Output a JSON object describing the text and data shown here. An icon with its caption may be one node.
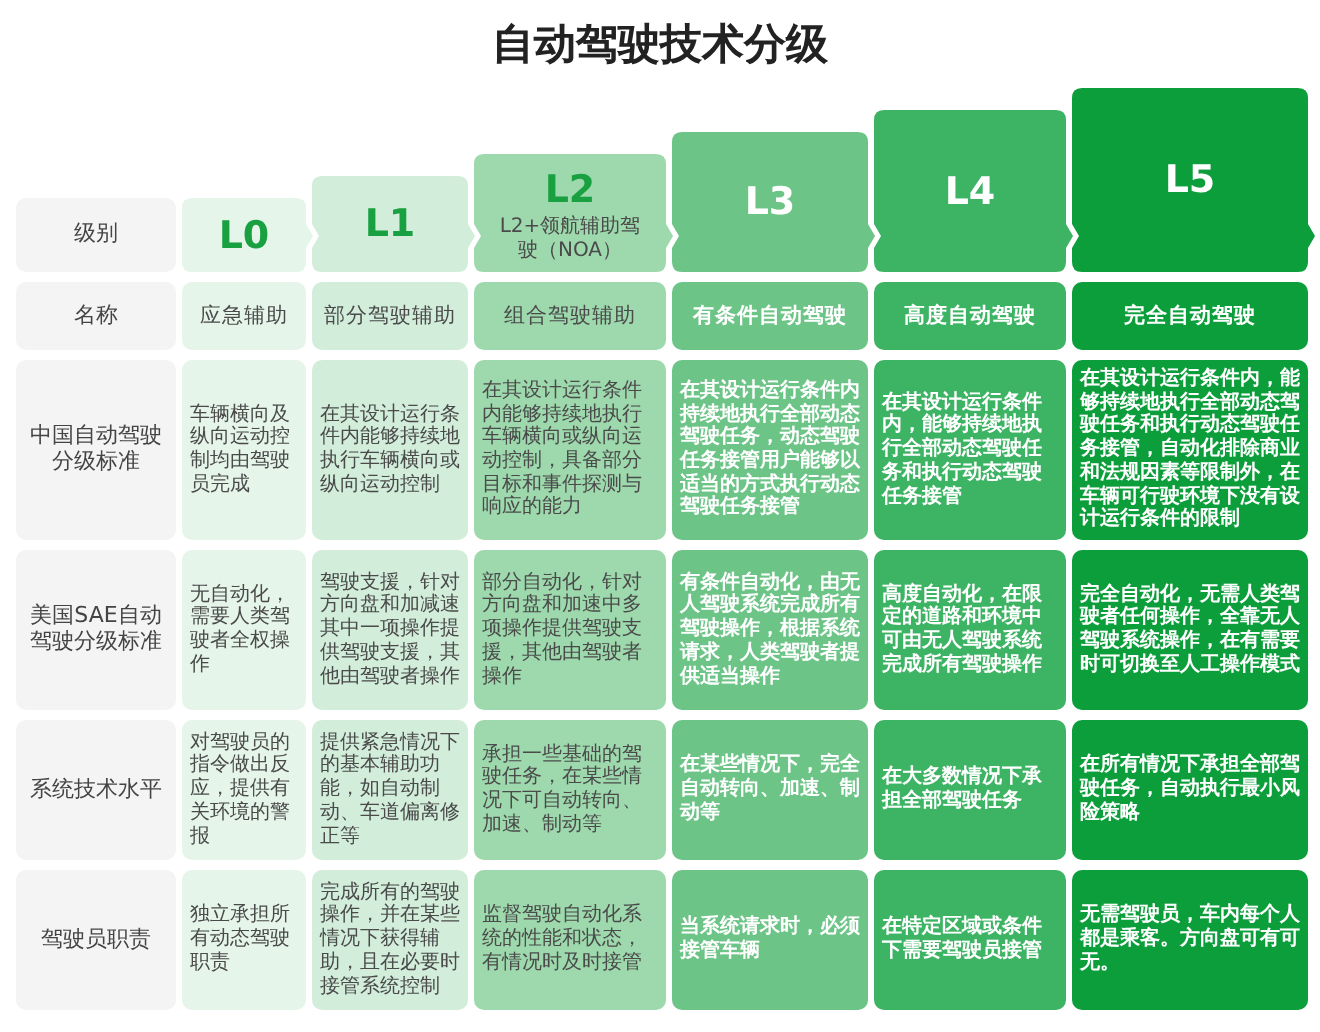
{
  "diagram": {
    "title": "自动驾驶技术分级",
    "labels": [
      "级别",
      "L0",
      "L1",
      "L2",
      "L2+领航辅助驾驶（NOA）",
      "L3",
      "L4",
      "L5",
      "名称",
      "应急辅助",
      "部分驾驶辅助",
      "组合驾驶辅助",
      "有条件自动驾驶",
      "高度自动驾驶",
      "完全自动驾驶",
      "中国自动驾驶分级标准",
      "车辆横向及纵向运动控制均由驾驶员完成",
      "在其设计运行条件内能够持续地执行车辆横向或纵向运动控制",
      "在其设计运行条件内能够持续地执行车辆横向或纵向运动控制，具备部分目标和事件探测与响应的能力",
      "在其设计运行条件内持续地执行全部动态驾驶任务，动态驾驶任务接管用户能够以适当的方式执行动态驾驶任务接管",
      "在其设计运行条件内，能够持续地执行全部动态驾驶任务和执行动态驾驶任务接管",
      "在其设计运行条件内，能够持续地执行全部动态驾驶任务和执行动态驾驶任务接管，自动化排除商业和法规因素等限制外，在车辆可行驶环境下没有设计运行条件的限制",
      "美国SAE自动驾驶分级标准",
      "无自动化，需要人类驾驶者全权操作",
      "驾驶支援，针对方向盘和加减速其中一项操作提供驾驶支援，其他由驾驶者操作",
      "部分自动化，针对方向盘和加速中多项操作提供驾驶支援，其他由驾驶者操作",
      "有条件自动化，由无人驾驶系统完成所有驾驶操作，根据系统请求，人类驾驶者提供适当操作",
      "高度自动化，在限定的道路和环境中可由无人驾驶系统完成所有驾驶操作",
      "完全自动化，无需人类驾驶者任何操作，全靠无人驾驶系统操作，在有需要时可切换至人工操作模式",
      "系统技术水平",
      "对驾驶员的指令做出反应，提供有关环境的警报",
      "提供紧急情况下的基本辅助功能，如自动制动、车道偏离修正等",
      "承担一些基础的驾驶任务，在某些情况下可自动转向、加速、制动等",
      "在某些情况下，完全自动转向、加速、制动等",
      "在大多数情况下承担全部驾驶任务",
      "在所有情况下承担全部驾驶任务，自动执行最小风险策略",
      "驾驶员职责",
      "独立承担所有动态驾驶职责",
      "完成所有的驾驶操作，并在某些情况下获得辅助，且在必要时接管系统控制",
      "监督驾驶自动化系统的性能和状态，有情况时及时接管",
      "当系统请求时，必须接管车辆",
      "在特定区域或条件下需要驾驶员接管",
      "无需驾驶员，车内每个人都是乘客。方向盘可有可无。"
    ]
  }
}
